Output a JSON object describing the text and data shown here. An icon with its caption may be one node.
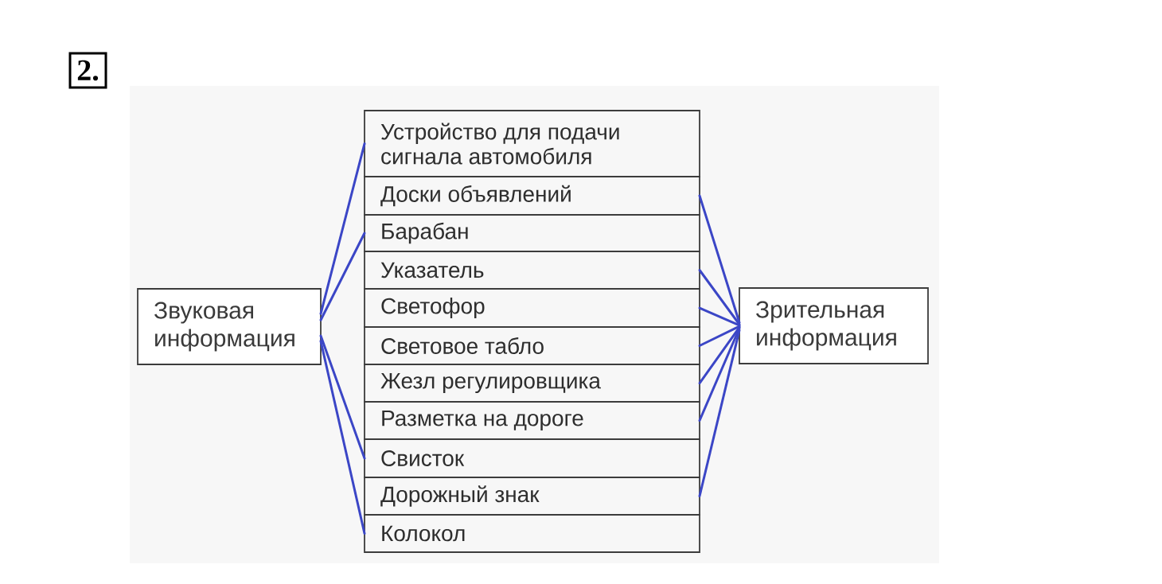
{
  "diagram": {
    "nodes": [
      {
        "text": [
          "Звуковая информация"
        ]
      },
      {
        "text": [
          "Устройство для подачи сигнала автомобиля"
        ]
      },
      {
        "text": [
          "Доски объявлений"
        ]
      },
      {
        "text": [
          "Барабан"
        ]
      },
      {
        "text": [
          "Указатель"
        ]
      },
      {
        "text": [
          "Светофор"
        ]
      },
      {
        "text": [
          "Световое табло"
        ]
      },
      {
        "text": [
          "Жезл регулировщика"
        ]
      },
      {
        "text": [
          "Разметка на дороге"
        ]
      },
      {
        "text": [
          "Свисток"
        ]
      },
      {
        "text": [
          "Дорожный знак"
        ]
      },
      {
        "text": [
          "Колокол"
        ]
      },
      {
        "text": [
          "Зрительная информация"
        ]
      }
    ],
    "edges": [
      {
        "from": 0,
        "to": 1,
        "arrow": "none"
      },
      {
        "from": 0,
        "to": 3,
        "arrow": "none"
      },
      {
        "from": 0,
        "to": 9,
        "arrow": "none"
      },
      {
        "from": 0,
        "to": 11,
        "arrow": "none"
      },
      {
        "from": 12,
        "to": 2,
        "arrow": "none"
      },
      {
        "from": 12,
        "to": 4,
        "arrow": "none"
      },
      {
        "from": 12,
        "to": 5,
        "arrow": "none"
      },
      {
        "from": 12,
        "to": 6,
        "arrow": "none"
      },
      {
        "from": 12,
        "to": 7,
        "arrow": "none"
      },
      {
        "from": 12,
        "to": 8,
        "arrow": "none"
      },
      {
        "from": 12,
        "to": 10,
        "arrow": "none"
      }
    ],
    "labels": [
      "2."
    ]
  }
}
